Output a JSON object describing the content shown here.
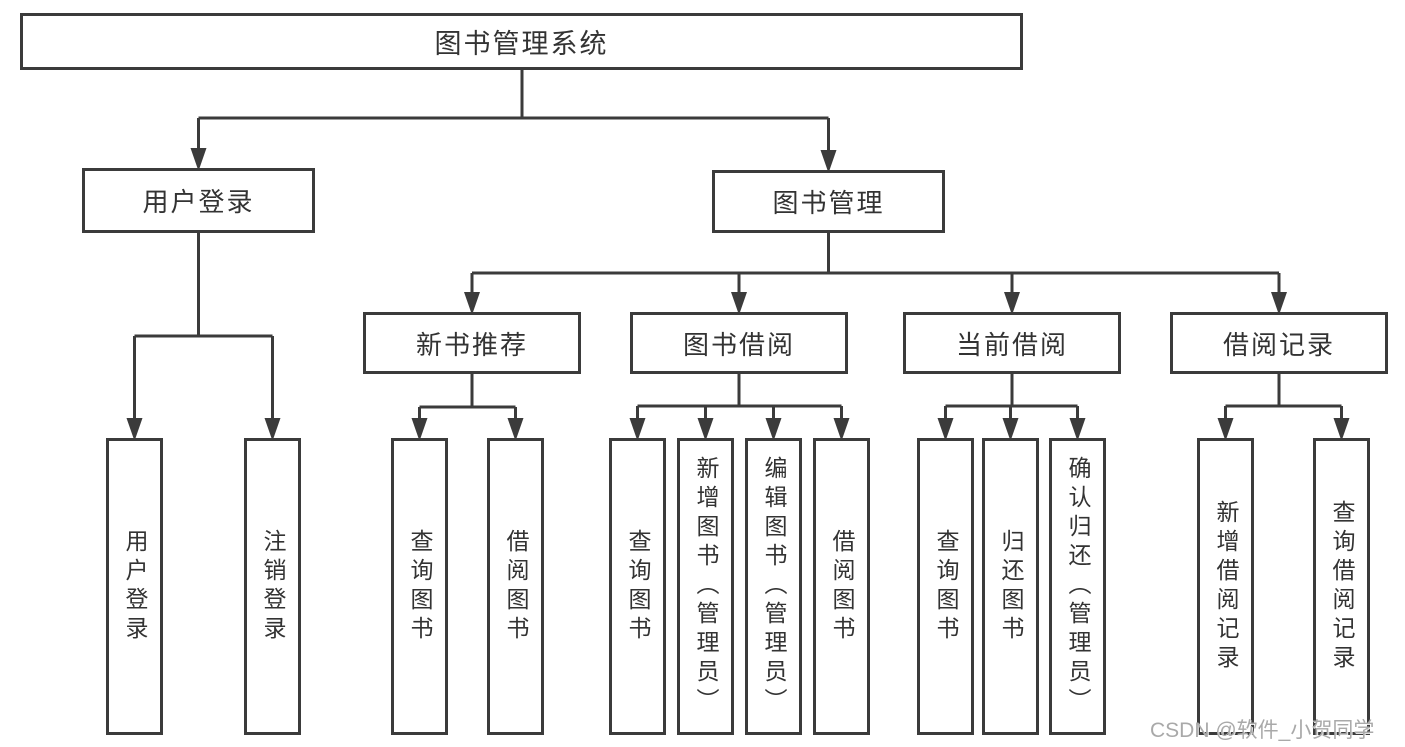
{
  "diagram": {
    "type": "tree",
    "title": "图书管理系统",
    "colors": {
      "line": "#3b3b3b",
      "border": "#3b3b3b",
      "text": "#333333",
      "background": "#ffffff",
      "watermark": "#a9a9a9"
    },
    "nodes": {
      "root": "图书管理系统",
      "level2": [
        "用户登录",
        "图书管理"
      ],
      "level3": [
        "新书推荐",
        "图书借阅",
        "当前借阅",
        "借阅记录"
      ],
      "leaves_user_login": [
        "用户登录",
        "注销登录"
      ],
      "leaves_new_book": [
        "查询图书",
        "借阅图书"
      ],
      "leaves_book_borrow": [
        "查询图书",
        "新增图书（管理员）",
        "编辑图书（管理员）",
        "借阅图书"
      ],
      "leaves_current_borrow": [
        "查询图书",
        "归还图书",
        "确认归还（管理员）"
      ],
      "leaves_borrow_record": [
        "新增借阅记录",
        "查询借阅记录"
      ]
    },
    "hierarchy": [
      {
        "parent": "图书管理系统",
        "children": [
          "用户登录",
          "图书管理"
        ]
      },
      {
        "parent": "用户登录",
        "children": [
          "用户登录",
          "注销登录"
        ]
      },
      {
        "parent": "图书管理",
        "children": [
          "新书推荐",
          "图书借阅",
          "当前借阅",
          "借阅记录"
        ]
      },
      {
        "parent": "新书推荐",
        "children": [
          "查询图书",
          "借阅图书"
        ]
      },
      {
        "parent": "图书借阅",
        "children": [
          "查询图书",
          "新增图书（管理员）",
          "编辑图书（管理员）",
          "借阅图书"
        ]
      },
      {
        "parent": "当前借阅",
        "children": [
          "查询图书",
          "归还图书",
          "确认归还（管理员）"
        ]
      },
      {
        "parent": "借阅记录",
        "children": [
          "新增借阅记录",
          "查询借阅记录"
        ]
      }
    ],
    "watermark": "CSDN @软件_小贺同学"
  }
}
